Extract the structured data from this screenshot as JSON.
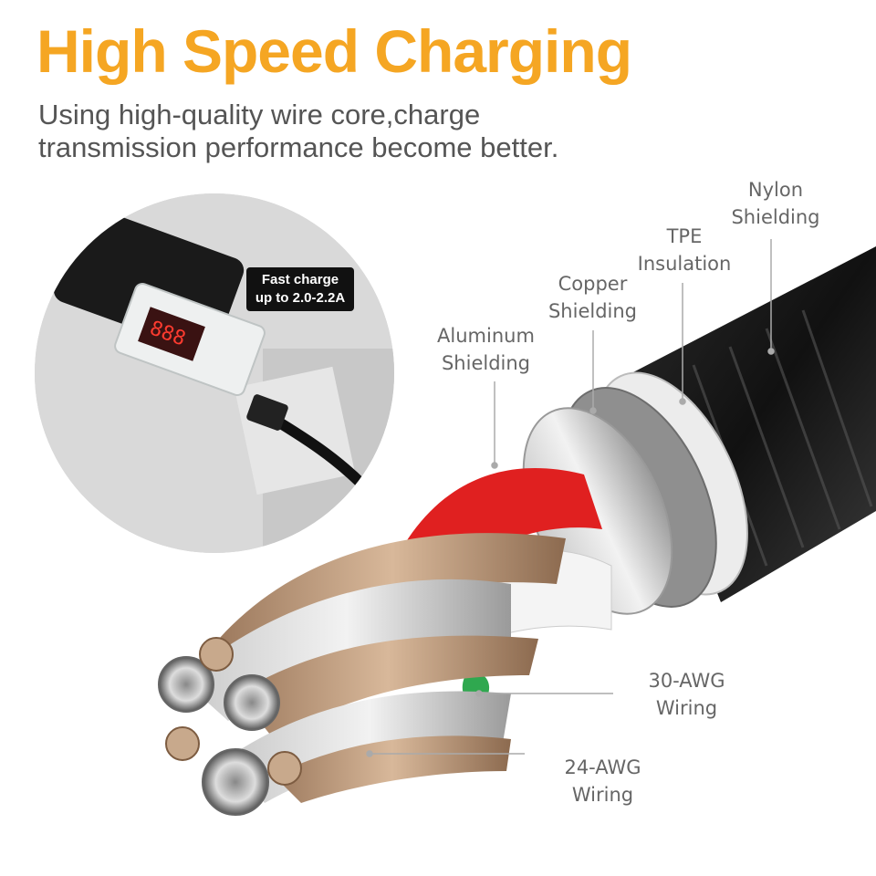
{
  "headline": "High Speed Charging",
  "subheadline": {
    "line1": "Using high-quality wire core,charge",
    "line2": "transmission performance become better."
  },
  "inset": {
    "badge_line1": "Fast charge",
    "badge_line2": "up to 2.0-2.2A"
  },
  "labels": {
    "nylon": [
      "Nylon",
      "Shielding"
    ],
    "tpe": [
      "TPE",
      "Insulation"
    ],
    "copper": [
      "Copper",
      "Shielding"
    ],
    "aluminum": [
      "Aluminum",
      "Shielding"
    ],
    "awg30": [
      "30-AWG",
      "Wiring"
    ],
    "awg24": [
      "24-AWG",
      "Wiring"
    ]
  },
  "colors": {
    "headline": "#f5a623",
    "text": "#555555",
    "red_wire": "#e02020",
    "green_wire": "#2fa84f"
  }
}
